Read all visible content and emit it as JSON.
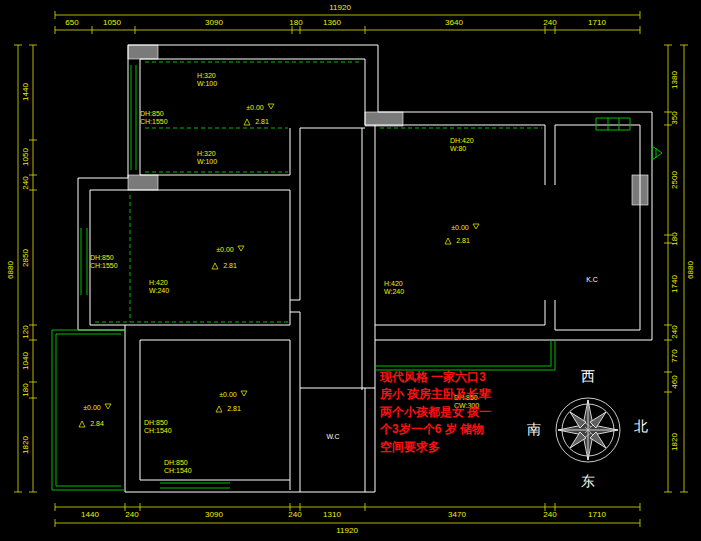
{
  "diagram": {
    "labels": [
      "11920",
      "650",
      "1050",
      "3090",
      "180",
      "1360",
      "3640",
      "240",
      "1710",
      "6880",
      "1440",
      "1050",
      "240",
      "2850",
      "120",
      "1040",
      "180",
      "1820",
      "6880",
      "1380",
      "350",
      "2500",
      "180",
      "1740",
      "240",
      "770",
      "460",
      "1820",
      "1440",
      "240",
      "3090",
      "240",
      "1310",
      "3470",
      "240",
      "1710",
      "11920",
      "H:320 W:100",
      "±0.00",
      "2.81",
      "DH:850 CH:1550",
      "H:320 W:100",
      "DH:850 CH:1550",
      "±0.00",
      "2.81",
      "H:420 W:240",
      "DH:420 W:80",
      "±0.00",
      "2.81",
      "H:420 W:240",
      "K.C",
      "±0.00",
      "2.84",
      "±0.00",
      "2.81",
      "DH:850 CH:1540",
      "DH:850 CH:1540",
      "W.C",
      "DH:850 CW:300",
      "现代风格 一家六口3房小 孩房主卧及长辈 两个小孩都是女 孩一个3岁一个6 岁 储物空间要求多",
      "西",
      "南",
      "北",
      "东"
    ]
  }
}
